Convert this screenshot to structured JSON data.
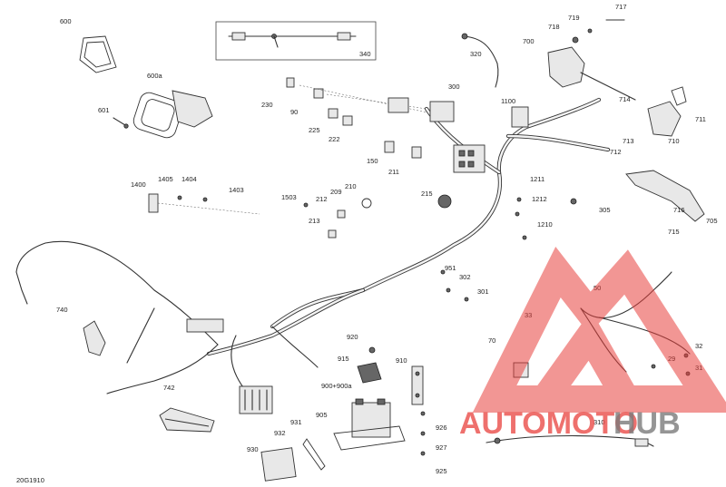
{
  "diagram": {
    "code": "20G1910",
    "inset_label": "340",
    "labels": {
      "l600": "600",
      "l600a": "600a",
      "l601": "601",
      "l230": "230",
      "l90": "90",
      "l225": "225",
      "l222": "222",
      "l300": "300",
      "l320": "320",
      "l1100": "1100",
      "l717": "717",
      "l719": "719",
      "l718": "718",
      "l700": "700",
      "l714": "714",
      "l711": "711",
      "l710": "710",
      "l713": "713",
      "l712": "712",
      "l150": "150",
      "l211": "211",
      "l1400": "1400",
      "l1405": "1405",
      "l1404": "1404",
      "l1403": "1403",
      "l1503": "1503",
      "l212": "212",
      "l209": "209",
      "l210": "210",
      "l213": "213",
      "l215": "215",
      "l1211": "1211",
      "l1212": "1212",
      "l1210": "1210",
      "l305": "305",
      "l716": "716",
      "l705": "705",
      "l715": "715",
      "l951": "951",
      "l302": "302",
      "l301": "301",
      "l740": "740",
      "l742": "742",
      "l920": "920",
      "l915": "915",
      "l910": "910",
      "l900": "900+900a",
      "l905": "905",
      "l926": "926",
      "l927": "927",
      "l925": "925",
      "l931": "931",
      "l932": "932",
      "l930": "930",
      "l50": "50",
      "l33": "33",
      "l70": "70",
      "l32": "32",
      "l29": "29",
      "l31": "31",
      "l310": "310"
    }
  },
  "watermark": {
    "word_red": "AUTOMOTO",
    "word_gray": "HUB",
    "color": "#e8403c"
  }
}
